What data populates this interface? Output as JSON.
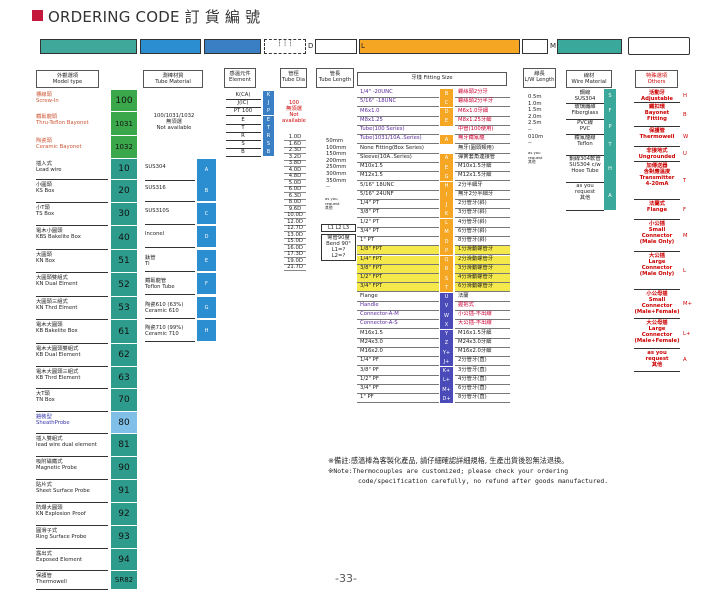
{
  "header": {
    "title": "ORDERING CODE 訂 貨 編 號",
    "d_letter": "D",
    "l_letter": "L",
    "m_letter": "M"
  },
  "model": {
    "label1": "外觀選項",
    "label2": "Model type",
    "rows": [
      {
        "zh": "標線頭",
        "en": "Screw-In",
        "code": "100",
        "style": "green"
      },
      {
        "zh": "鐵氟龍頭",
        "en": "Thru-Teflon Bayonet",
        "code": "1031",
        "style": "green"
      },
      {
        "zh": "陶瓷頭",
        "en": "Ceramic Bayonet",
        "code": "1032",
        "style": "green"
      },
      {
        "zh": "插入式",
        "en": "Lead wire",
        "code": "10",
        "style": "teal"
      },
      {
        "zh": "小圓頭",
        "en": "KS Box",
        "code": "20",
        "style": "teal"
      },
      {
        "zh": "小T頭",
        "en": "TS Box",
        "code": "30",
        "style": "teal"
      },
      {
        "zh": "電木小圓頭",
        "en": "KBS Bakelite Box",
        "code": "40",
        "style": "teal"
      },
      {
        "zh": "大圓頭",
        "en": "KN Box",
        "code": "51",
        "style": "teal"
      },
      {
        "zh": "大圓頭雙組式",
        "en": "KN Dual Elment",
        "code": "52",
        "style": "teal"
      },
      {
        "zh": "大圓頭三組式",
        "en": "KN Thrd Elment",
        "code": "53",
        "style": "teal"
      },
      {
        "zh": "電木大圓頭",
        "en": "KB Bakelite Box",
        "code": "61",
        "style": "teal"
      },
      {
        "zh": "電木大圓頭雙組式",
        "en": "KB Dual Element",
        "code": "62",
        "style": "teal"
      },
      {
        "zh": "電木大圓頭三組式",
        "en": "KB Thrd Element",
        "code": "63",
        "style": "teal"
      },
      {
        "zh": "大T頭",
        "en": "TN Box",
        "code": "70",
        "style": "teal"
      },
      {
        "zh": "鎧裝型",
        "en": "SheathProbe",
        "code": "80",
        "style": "lightblue"
      },
      {
        "zh": "插入雙組式",
        "en": "lead wire dual element",
        "code": "81",
        "style": "teal"
      },
      {
        "zh": "吸附磁鐵式",
        "en": "Magnetic Probe",
        "code": "90",
        "style": "teal"
      },
      {
        "zh": "貼片式",
        "en": "Sheet Surface Probe",
        "code": "91",
        "style": "teal"
      },
      {
        "zh": "防爆大圓頭",
        "en": "KN Explosion Proof",
        "code": "92",
        "style": "teal"
      },
      {
        "zh": "圓滑子式",
        "en": "Ring Surface Probe",
        "code": "93",
        "style": "teal"
      },
      {
        "zh": "露出式",
        "en": "Exposed Element",
        "code": "94",
        "style": "teal"
      },
      {
        "zh": "保護管",
        "en": "Thermowell",
        "code": "SR82",
        "style": "teal"
      }
    ]
  },
  "tube": {
    "label1": "測棒材質",
    "label2": "Tube Material",
    "note1": "100/1031/1032",
    "note2": "無須選",
    "note3": "Not available",
    "rows": [
      {
        "name": "SUS304",
        "code": "A"
      },
      {
        "name": "SUS316",
        "code": "B"
      },
      {
        "name": "SUS310S",
        "code": "C"
      },
      {
        "name": "Inconel",
        "code": "D"
      },
      {
        "name": "鈦管",
        "name2": "Ti",
        "code": "E"
      },
      {
        "name": "鐵氟龍管",
        "name2": "Teflon Tube",
        "code": "F"
      },
      {
        "name": "陶瓷610 (63%)",
        "name2": "Ceramic 610",
        "code": "G"
      },
      {
        "name": "陶瓷710 (99%)",
        "name2": "Ceramic 710",
        "code": "H"
      }
    ]
  },
  "element": {
    "label1": "感溫元件",
    "label2": "Element",
    "rows": [
      {
        "name": "K(CA)",
        "code": "K"
      },
      {
        "name": "J(IC)",
        "code": "J"
      },
      {
        "name": "PT 100",
        "code": "P"
      },
      {
        "name": "E",
        "code": "E"
      },
      {
        "name": "T",
        "code": "T"
      },
      {
        "name": "R",
        "code": "R"
      },
      {
        "name": "S",
        "code": "S"
      },
      {
        "name": "B",
        "code": "B"
      }
    ]
  },
  "dia": {
    "label1": "管徑",
    "label2": "Tube Dia",
    "note": [
      "100",
      "無須選",
      "Not",
      "available"
    ],
    "values": [
      "1.0D",
      "1.6D",
      "2.3D",
      "3.2D",
      "3.8D",
      "4.0D",
      "4.8D",
      "5.0D",
      "6.0D",
      "6.3D",
      "8.0D",
      "9.6D",
      "10.0D",
      "12.0D",
      "12.7D",
      "13.0D",
      "15.0D",
      "16.0D",
      "17.3D",
      "19.0D",
      "21.7D"
    ]
  },
  "length": {
    "label1": "管長",
    "label2": "Tube Length",
    "values": [
      "50mm",
      "100mm",
      "150mm",
      "200mm",
      "250mm",
      "300mm",
      "350mm",
      "--"
    ],
    "request": [
      "as you",
      "request",
      "其他"
    ],
    "bend_head": "L1  L2  L3",
    "bend": [
      "彎管90度",
      "Bend 90°",
      "L1=?",
      "L2=?"
    ]
  },
  "fitting": {
    "label": "牙樣 Fitting Size",
    "rows": [
      {
        "name": "1/4\" -20UNC",
        "code": "B",
        "desc": "螺絲頭2分牙",
        "cs": "o",
        "ns": "p"
      },
      {
        "name": "5/16\" -18UNC",
        "code": "C",
        "desc": "螺絲頭2分半牙",
        "cs": "o",
        "ns": "p"
      },
      {
        "name": "M6x1.0",
        "code": "D",
        "desc": "M6x1.0牙細",
        "cs": "o",
        "ns": "p"
      },
      {
        "name": "M8x1.25",
        "code": "E",
        "desc": "M8x1.25牙細",
        "cs": "o",
        "ns": "p"
      },
      {
        "name": "Tube(100 Series)",
        "code": "",
        "desc": "中管(100使用)",
        "cs": "",
        "ns": "p"
      },
      {
        "name": "Tube(1031/10A..Series)",
        "code": "A",
        "desc": "無牙鐵氟龍",
        "cs": "o",
        "ns": "p"
      },
      {
        "name": "None Fitting(Box Series)",
        "code": "",
        "desc": "無牙(圓頭類用)",
        "cs": "",
        "ns": ""
      },
      {
        "name": "Sleeve(10A..Series)",
        "code": "A",
        "desc": "彈簧套角連接管",
        "cs": "o",
        "ns": ""
      },
      {
        "name": "M10x1.5",
        "code": "E",
        "desc": "M10x1.5牙細",
        "cs": "o",
        "ns": ""
      },
      {
        "name": "M12x1.5",
        "code": "G",
        "desc": "M12x1.5牙細",
        "cs": "o",
        "ns": ""
      },
      {
        "name": "5/16\" 18UNC",
        "code": "H",
        "desc": "2分半細牙",
        "cs": "o",
        "ns": ""
      },
      {
        "name": "5/16\" 24UNF",
        "code": "I",
        "desc": "無牙2分半細牙",
        "cs": "o",
        "ns": ""
      },
      {
        "name": "1/4\" PT",
        "code": "J",
        "desc": "2分管牙(斜)",
        "cs": "o",
        "ns": ""
      },
      {
        "name": "3/8\" PT",
        "code": "K",
        "desc": "3分管牙(斜)",
        "cs": "o",
        "ns": ""
      },
      {
        "name": "1/2\" PT",
        "code": "L",
        "desc": "4分管牙(斜)",
        "cs": "o",
        "ns": ""
      },
      {
        "name": "3/4\" PT",
        "code": "M",
        "desc": "6分管牙(斜)",
        "cs": "o",
        "ns": ""
      },
      {
        "name": "1\" PT",
        "code": "D",
        "desc": "8分管牙(斜)",
        "cs": "o",
        "ns": ""
      },
      {
        "name": "1/8\" FPT",
        "code": "P",
        "desc": "1分滑動螺管牙",
        "cs": "o",
        "ns": "y"
      },
      {
        "name": "1/4\" FPT",
        "code": "Q",
        "desc": "2分滑動螺管牙",
        "cs": "o",
        "ns": "y"
      },
      {
        "name": "3/8\" FPT",
        "code": "R",
        "desc": "3分滑動螺管牙",
        "cs": "o",
        "ns": "y"
      },
      {
        "name": "1/2\" FPT",
        "code": "S",
        "desc": "4分滑動螺管牙",
        "cs": "o",
        "ns": "y"
      },
      {
        "name": "3/4\" FPT",
        "code": "T",
        "desc": "6分滑動螺管牙",
        "cs": "o",
        "ns": "y"
      },
      {
        "name": "Flange",
        "code": "U",
        "desc": "法蘭",
        "cs": "b",
        "ns": ""
      },
      {
        "name": "Handle",
        "code": "V",
        "desc": "握把式",
        "cs": "b",
        "ns": "p"
      },
      {
        "name": "Connector-A-M",
        "code": "W",
        "desc": "小公插-不出線",
        "cs": "b",
        "ns": "p"
      },
      {
        "name": "Connector-A-S",
        "code": "X",
        "desc": "大公插-不出線",
        "cs": "b",
        "ns": "p"
      },
      {
        "name": "M16x1.5",
        "code": "Y",
        "desc": "M16x1.5牙細",
        "cs": "b",
        "ns": ""
      },
      {
        "name": "M24x3.0",
        "code": "Z",
        "desc": "M24x3.0牙細",
        "cs": "b",
        "ns": ""
      },
      {
        "name": "M16x2.0",
        "code": "Y+",
        "desc": "M16x2.0牙細",
        "cs": "b",
        "ns": ""
      },
      {
        "name": "1/4\" PF",
        "code": "J+",
        "desc": "2分管牙(直)",
        "cs": "b",
        "ns": ""
      },
      {
        "name": "3/8\" PF",
        "code": "K+",
        "desc": "3分管牙(直)",
        "cs": "b",
        "ns": ""
      },
      {
        "name": "1/2\" PF",
        "code": "L+",
        "desc": "4分管牙(直)",
        "cs": "b",
        "ns": ""
      },
      {
        "name": "3/4\" PF",
        "code": "M+",
        "desc": "6分管牙(直)",
        "cs": "b",
        "ns": ""
      },
      {
        "name": "1\" PF",
        "code": "D+",
        "desc": "8分管牙(直)",
        "cs": "b",
        "ns": ""
      }
    ]
  },
  "lw": {
    "label1": "線長",
    "label2": "L/W Length",
    "values": [
      "0.5m",
      "1.0m",
      "1.5m",
      "2.0m",
      "2.5m",
      "--",
      "010m",
      "--"
    ],
    "request": [
      "as you",
      "request",
      "其他"
    ]
  },
  "wire": {
    "label1": "線材",
    "label2": "Wire Material",
    "rows": [
      {
        "l1": "鋼線",
        "l2": "SUS304",
        "code": "S"
      },
      {
        "l1": "玻璃纖維",
        "l2": "Fiberglass",
        "code": "F"
      },
      {
        "l1": "PVC線",
        "l2": "PVC",
        "code": "P"
      },
      {
        "l1": "鐵氟龍線",
        "l2": "Teflon",
        "code": "T"
      },
      {
        "l1": "鋼線304軟管",
        "l2": "SUS304 c/w",
        "l3": "Hose Tube",
        "code": "H"
      },
      {
        "l1": "as you",
        "l2": "request",
        "l3": "其他",
        "code": "A"
      }
    ]
  },
  "others": {
    "label1": "特殊選項",
    "label2": "Others",
    "rows": [
      {
        "l1": "活動牙",
        "l2": "Adjustable",
        "code": "H"
      },
      {
        "l1": "鐵扣環",
        "l2": "Bayonet",
        "l3": "Fitting",
        "code": "B"
      },
      {
        "l1": "保護管",
        "l2": "Thermowell",
        "code": "W"
      },
      {
        "l1": "非接地式",
        "l2": "Ungrounded",
        "code": "U"
      },
      {
        "l1": "加傳送器",
        "l2": "含對應溫度",
        "l3": "Transmitter",
        "l4": "4-20mA",
        "code": "T"
      },
      {
        "l1": "法蘭式",
        "l2": "Flange",
        "code": "F"
      },
      {
        "l1": "小公插",
        "l2": "Small",
        "l3": "Connector",
        "l4": "(Male Only)",
        "code": "M"
      },
      {
        "l1": "大公插",
        "l2": "Large",
        "l3": "Connector",
        "l4": "(Male Only)",
        "code": "L"
      },
      {
        "l1": "小公母插",
        "l2": "Small",
        "l3": "Connector",
        "l4": "(Male+Female)",
        "code": "M+"
      },
      {
        "l1": "大公母插",
        "l2": "Large",
        "l3": "Connector",
        "l4": "(Male+Female)",
        "code": "L+"
      },
      {
        "l1": "as you",
        "l2": "request",
        "l3": "其他",
        "code": "A"
      }
    ]
  },
  "notes": {
    "zh": "※備註:感溫棒為客製化產品, 請仔細確認詳細規格, 生產出貨後恕無法退換。",
    "en1": "※Note:Thermocouples are customized; please check your ordering",
    "en2": "code/specification carefully, no refund after goods manufactured."
  },
  "page": {
    "number": "-33-"
  }
}
